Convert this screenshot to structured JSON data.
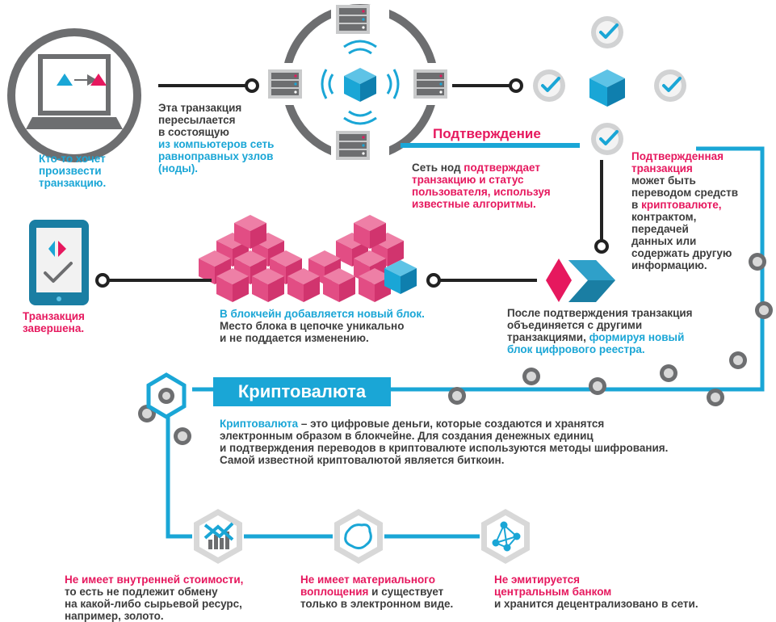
{
  "colors": {
    "blue": "#1aa6d6",
    "pink": "#e6185e",
    "gray": "#6d6e70",
    "dark_text": "#3d3d3d"
  },
  "step1": {
    "caption": "Кто-то хочет\nпроизвести\nтранзакцию."
  },
  "step2": {
    "caption_plain": "Эта транзакция\nпересылается\nв состоящую",
    "caption_blue": "из компьютеров сеть\nравноправных узлов\n(ноды)."
  },
  "confirmation": {
    "title": "Подтверждение",
    "text_plain": "Сеть нод ",
    "text_pink": "подтверждает\nтранзакцию и статус\nпользователя, используя\nизвестные алгоритмы."
  },
  "confirmed": {
    "pink_a": "Подтвержденная\nтранзакция",
    "plain_a": "может быть\nпереводом средств\nв ",
    "pink_b": "криптовалюте,",
    "plain_b": "контрактом,\nпередачей\nданных или\nсодержать другую\nинформацию."
  },
  "merge": {
    "text_plain": "После подтверждения транзакция\nобъединяется с другими\nтранзакциями, ",
    "text_blue": "формируя новый\nблок цифрового реестра."
  },
  "blockchain": {
    "text_blue": "В блокчейн добавляется новый блок.",
    "text_plain": "Место блока в цепочке уникально\nи не поддается изменению."
  },
  "done": {
    "caption": "Транзакция\nзавершена."
  },
  "crypto": {
    "title": "Криптовалюта",
    "def_blue": "Криптовалюта",
    "def_plain": " – это цифровые деньги, которые создаются и хранятся\nэлектронным образом в блокчейне. Для создания денежных единиц\nи подтверждения переводов в криптовалюте используются методы шифрования.\nСамой известной криптовалютой является биткоин."
  },
  "features": [
    {
      "icon": "value-chart-icon",
      "pink": "Не имеет внутренней стоимости,",
      "plain": "то есть не подлежит обмену\nна какой-либо сырьевой ресурс,\nнапример, золото."
    },
    {
      "icon": "shapeless-form-icon",
      "pink": "Не имеет материального\nвоплощения",
      "plain": " и существует\nтолько в электронном виде."
    },
    {
      "icon": "network-nodes-icon",
      "pink": "Не эмитируется\nцентральным банком",
      "plain": "и хранится децентрализовано в сети."
    }
  ]
}
